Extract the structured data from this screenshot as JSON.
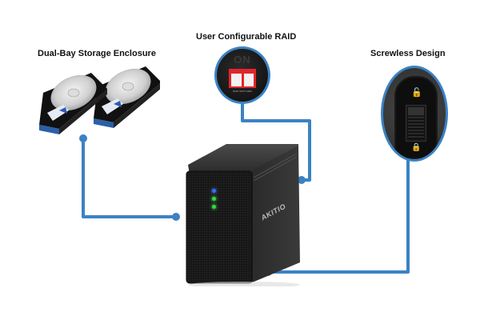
{
  "features": [
    {
      "id": "dual-bay",
      "label": "Dual-Bay Storage Enclosure"
    },
    {
      "id": "raid",
      "label": "User Configurable RAID",
      "switch_text": "ON",
      "switch_caption": "RAID SWITCHES"
    },
    {
      "id": "screwless",
      "label": "Screwless Design"
    }
  ],
  "product": {
    "brand": "AKITIO",
    "leds": [
      {
        "name": "power",
        "color": "#3a6bff"
      },
      {
        "name": "drive-1",
        "color": "#2fdc3a"
      },
      {
        "name": "drive-2",
        "color": "#2fdc3a"
      }
    ]
  },
  "colors": {
    "connector": "#3b82c4",
    "raid_switch": "#e0262b",
    "enclosure": "#1c1c1c"
  }
}
